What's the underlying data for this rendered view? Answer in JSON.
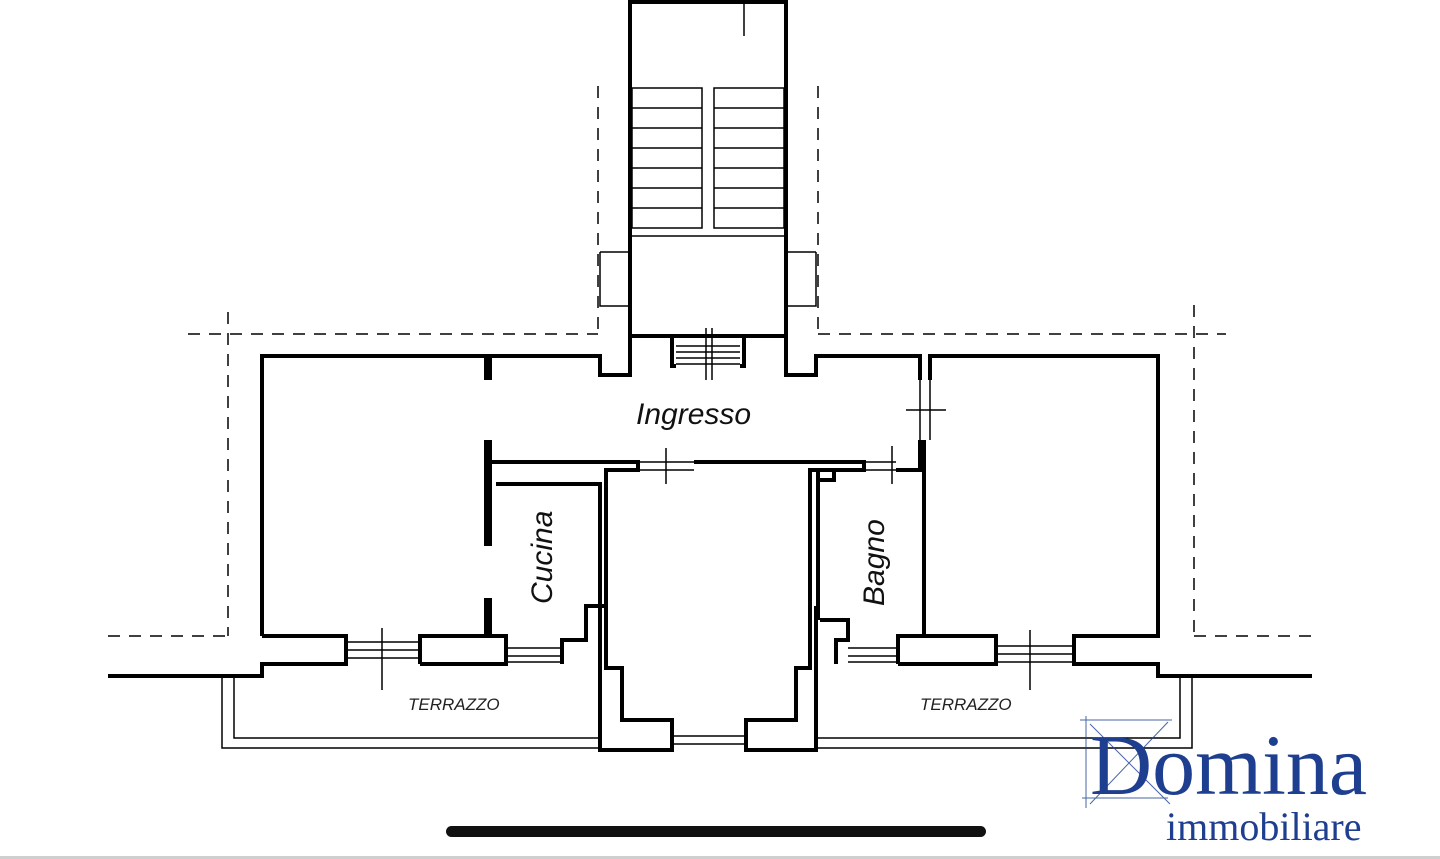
{
  "plan": {
    "rooms": {
      "ingresso": "Ingresso",
      "cucina": "Cucina",
      "bagno": "Bagno"
    },
    "terraces": {
      "left": "TERRAZZO",
      "right": "TERRAZZO"
    }
  },
  "logo": {
    "brand": "Domina",
    "tagline": "immobiliare",
    "color": "#1e3f8f"
  }
}
